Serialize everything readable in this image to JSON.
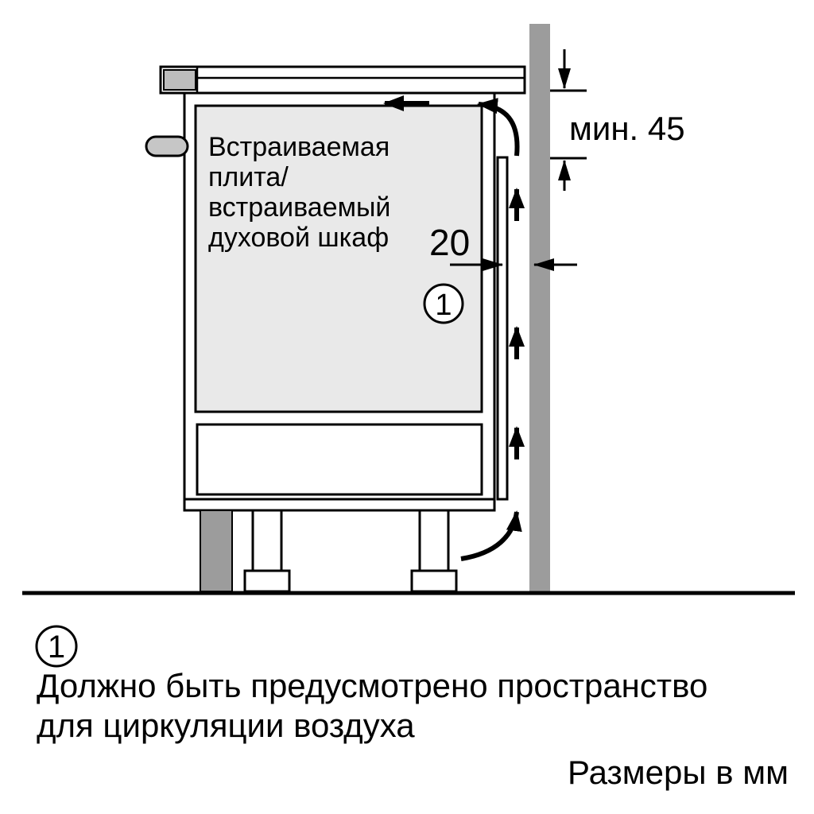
{
  "diagram": {
    "appliance_label": {
      "line1": "Встраиваемая",
      "line2": "плита/",
      "line3": "встраиваемый",
      "line4": "духовой шкаф"
    },
    "dimensions": {
      "top_clearance": "мин. 45",
      "rear_air_gap": "20"
    },
    "callout_number": "1"
  },
  "footnote": {
    "marker": "1",
    "line1": "Должно быть предусмотрено пространство",
    "line2": "для циркуляции воздуха"
  },
  "units_note": "Размеры в мм",
  "colors": {
    "background": "#ffffff",
    "wall": "#9c9c9c",
    "oven_front": "#e9e9e9",
    "end_cap": "#bdbdbd",
    "handle": "#c6c6c6",
    "line": "#000000"
  }
}
